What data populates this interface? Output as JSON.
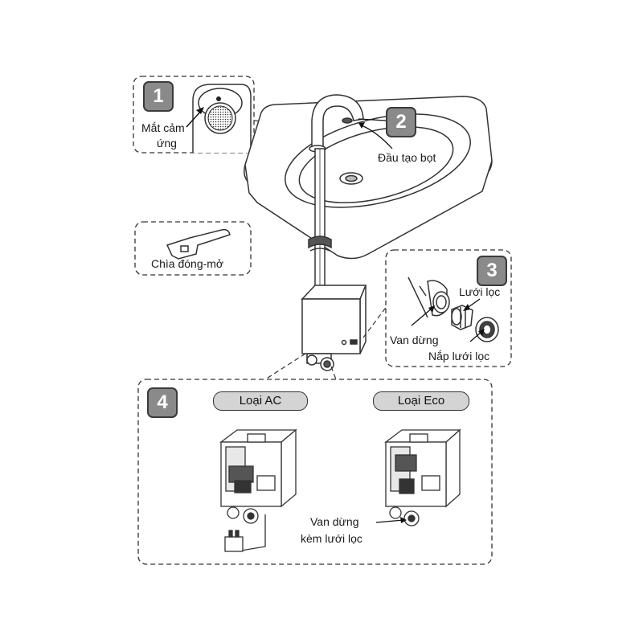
{
  "badges": {
    "b1": "1",
    "b2": "2",
    "b3": "3",
    "b4": "4"
  },
  "labels": {
    "sensor_line1": "Mắt cảm",
    "sensor_line2": "ứng",
    "aerator": "Đầu tạo bọt",
    "key": "Chìa đóng-mở",
    "filter_mesh": "Lưới lọc",
    "stop_valve": "Van dừng",
    "filter_cap": "Nắp lưới lọc",
    "type_ac": "Loại AC",
    "type_eco": "Loại Eco",
    "valve_with_filter_line1": "Van dừng",
    "valve_with_filter_line2": "kèm lưới lọc"
  },
  "colors": {
    "line": "#333333",
    "badge": "#8a8a8a",
    "pill": "#d4d4d4"
  }
}
